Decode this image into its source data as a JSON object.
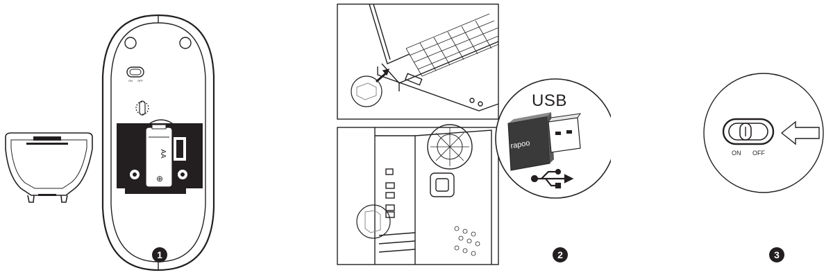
{
  "steps": [
    {
      "number": "1"
    },
    {
      "number": "2"
    },
    {
      "number": "3"
    }
  ],
  "battery": {
    "label": "AA",
    "polarity": "⊕"
  },
  "mouse_switch": {
    "on": "ON",
    "off": "OFF"
  },
  "usb": {
    "label": "USB",
    "brand": "rapoo"
  },
  "power_switch": {
    "on": "ON",
    "off": "OFF"
  },
  "icons": [
    "battery-cover",
    "mouse-underside",
    "laptop",
    "desktop-tower",
    "usb-receiver",
    "usb-symbol",
    "power-switch",
    "arrow"
  ]
}
